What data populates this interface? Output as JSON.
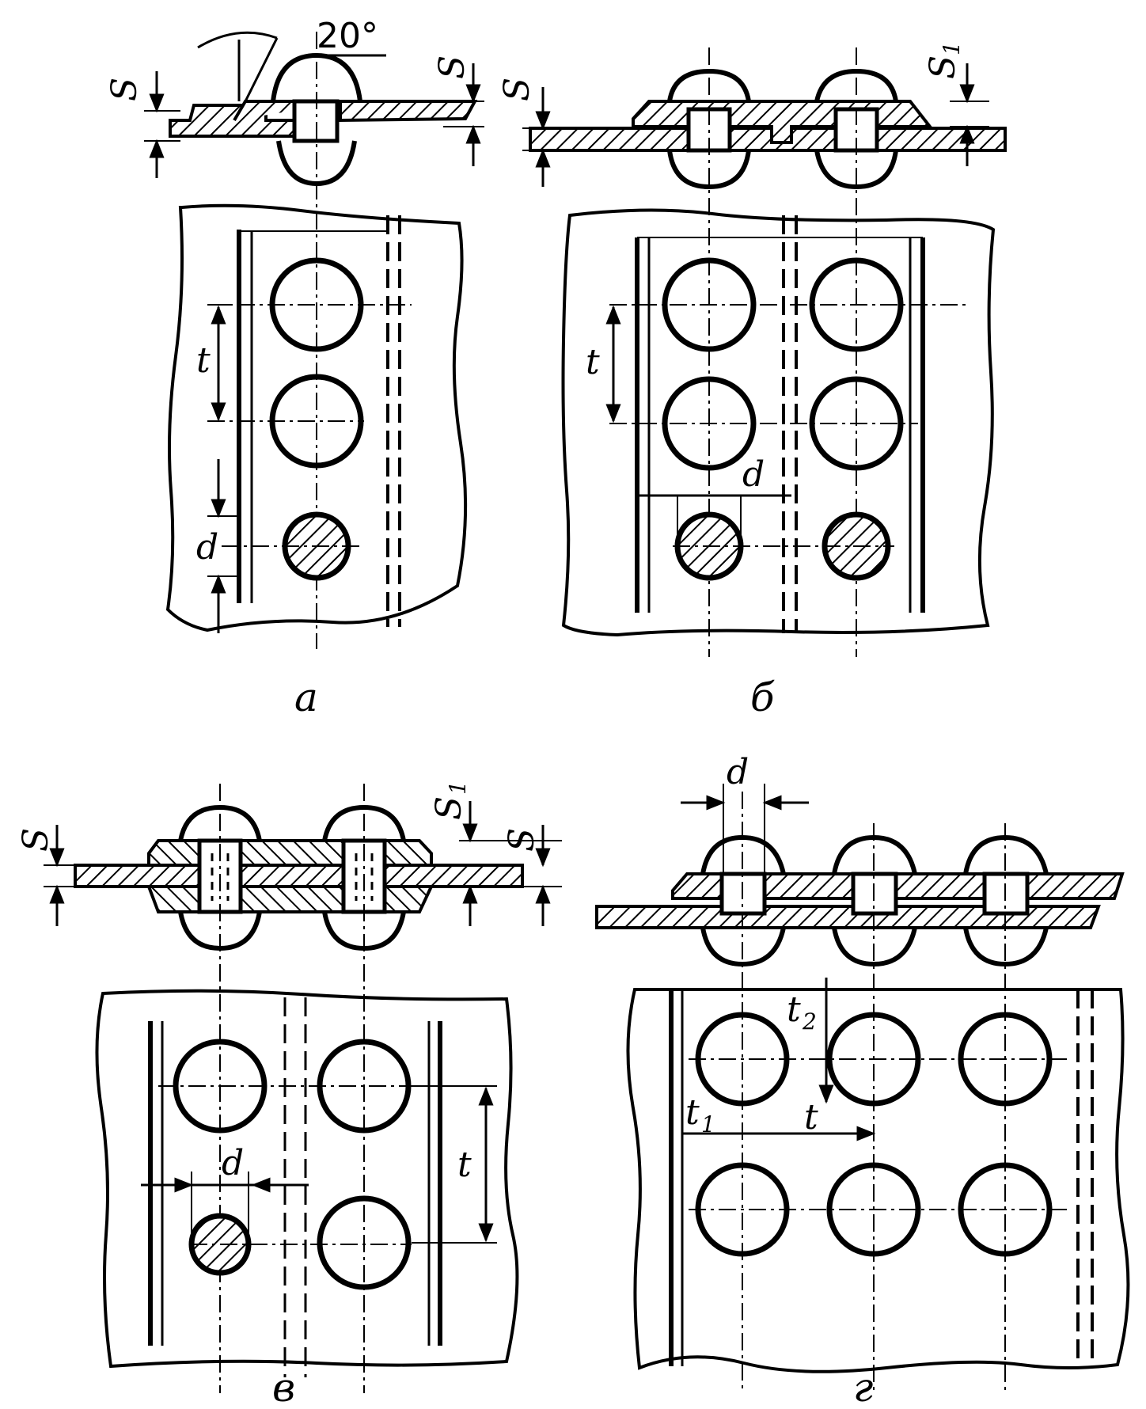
{
  "colors": {
    "ink": "#000000",
    "paper": "#ffffff"
  },
  "panels": {
    "a": {
      "caption": "а",
      "angle": "20°",
      "labels": {
        "s_left": "S",
        "s_right": "S",
        "t": "t",
        "d": "d"
      }
    },
    "b": {
      "caption": "б",
      "labels": {
        "s_left": "S",
        "s_right": "S",
        "s_right_sub": "1",
        "t": "t",
        "d": "d"
      }
    },
    "v": {
      "caption": "в",
      "labels": {
        "s_left": "S",
        "s_mid": "S",
        "s_mid_sub": "1",
        "s_right": "S",
        "t": "t",
        "d": "d"
      }
    },
    "g": {
      "caption": "г",
      "labels": {
        "d": "d",
        "t2": "t",
        "t2_sub": "2",
        "t1": "t",
        "t1_sub": "1",
        "t": "t"
      }
    }
  }
}
